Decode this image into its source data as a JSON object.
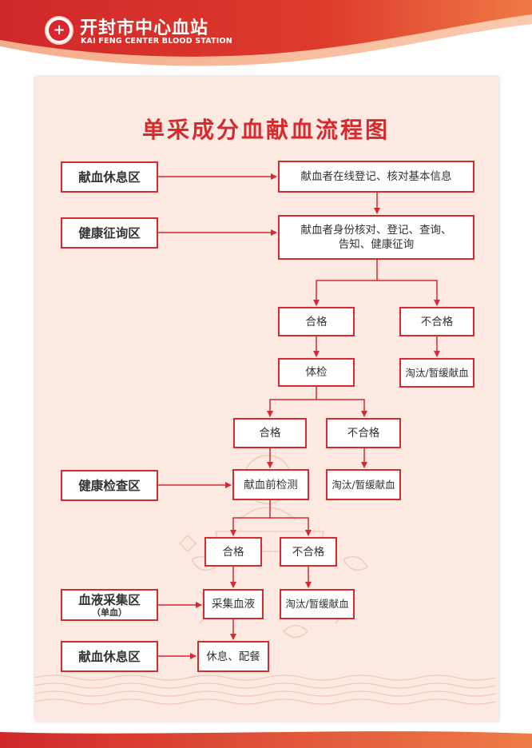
{
  "header": {
    "org_name_cn": "开封市中心血站",
    "org_name_en": "KAI FENG CENTER BLOOD STATION",
    "logo_symbol": "+"
  },
  "diagram": {
    "title": "单采成分血献血流程图",
    "zones": {
      "rest_1": "献血休息区",
      "health_inquiry": "健康征询区",
      "health_check": "健康检查区",
      "collection": "血液采集区",
      "collection_sub": "（单血）",
      "rest_2": "献血休息区"
    },
    "steps": {
      "register": "献血者在线登记、核对基本信息",
      "identity_line1": "献血者身份核对、登记、查询、",
      "identity_line2": "告知、健康征询",
      "pass_1": "合格",
      "fail_1": "不合格",
      "eliminate_1": "淘汰/暂缓献血",
      "physical_exam": "体检",
      "pass_2": "合格",
      "fail_2": "不合格",
      "pre_test": "献血前检测",
      "eliminate_2": "淘汰/暂缓献血",
      "pass_3": "合格",
      "fail_3": "不合格",
      "collect_blood": "采集血液",
      "eliminate_3": "淘汰/暂缓献血",
      "rest_meal": "休息、配餐"
    }
  },
  "colors": {
    "brand_red": "#d42b2f",
    "banner_red": "#d9332c",
    "banner_orange": "#ee7a45",
    "panel_bg": "#fbe9e2"
  }
}
